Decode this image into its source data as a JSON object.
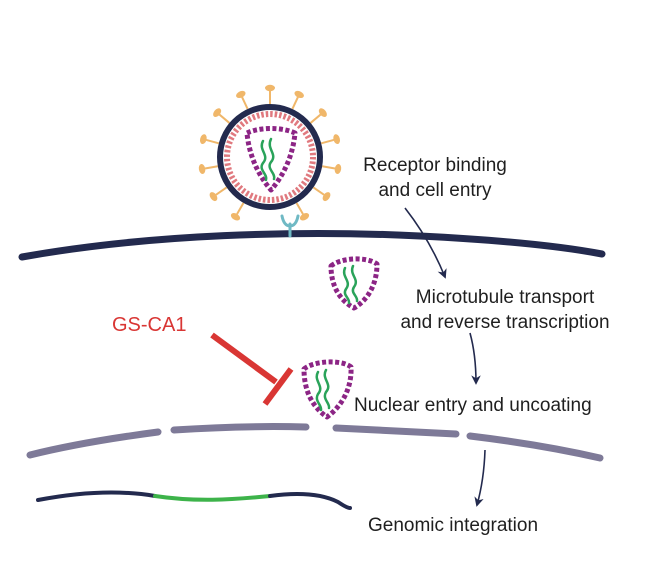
{
  "labels": {
    "step1_line1": "Receptor binding",
    "step1_line2": "and cell entry",
    "step2_line1": "Microtubule transport",
    "step2_line2": "and reverse transcription",
    "step3": "Nuclear entry and uncoating",
    "step4": "Genomic integration",
    "inhibitor": "GS-CA1"
  },
  "colors": {
    "membrane": "#232a4e",
    "nuclear_envelope": "#7e7a98",
    "capsid": "#8c2585",
    "rna": "#2aa35a",
    "virion_outline": "#232a4e",
    "virion_inner": "#e0797f",
    "spike": "#f0b76a",
    "receptor": "#6fb9c4",
    "inhibitor": "#d93634",
    "dna_host": "#232a4e",
    "dna_integrated": "#3db34a",
    "arrow": "#232a4e"
  },
  "icons": [
    "virion-icon",
    "capsid-icon",
    "receptor-icon",
    "inhibition-symbol",
    "dna-strand-icon"
  ]
}
